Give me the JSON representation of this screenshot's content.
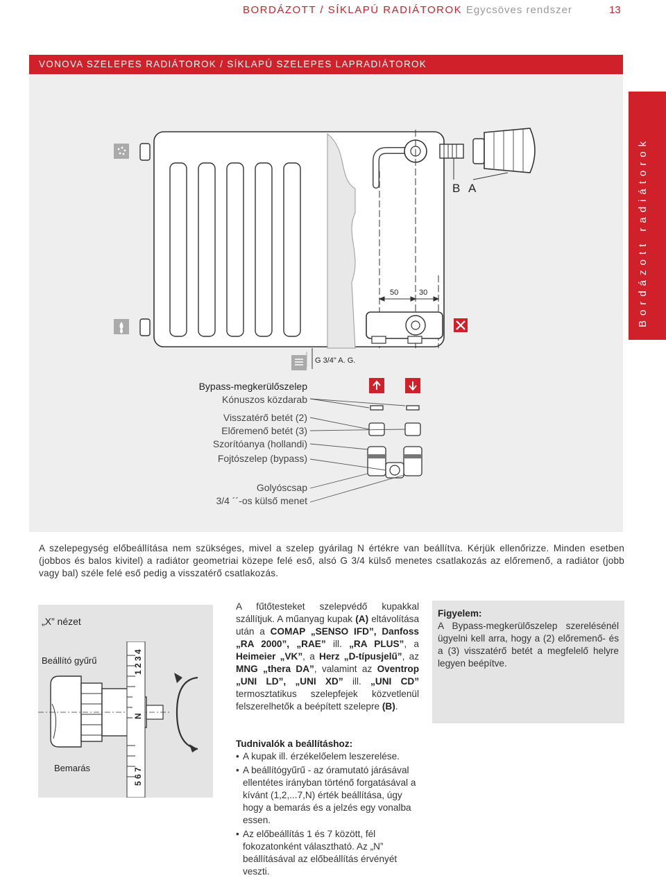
{
  "header": {
    "title_red": "BORDÁZOTT / SÍKLAPÚ RADIÁTOROK",
    "title_grey": "Egycsöves rendszer",
    "page_number": "13"
  },
  "banner": {
    "text": "VONOVA SZELEPES RADIÁTOROK / SÍKLAPÚ SZELEPES LAPRADIÁTOROK"
  },
  "sidebar": {
    "text": "Bordázott radiátorok"
  },
  "diagram": {
    "label_b": "B",
    "label_a": "A",
    "dim_50": "50",
    "dim_30": "30",
    "thread_label": "G 3/4\" A. G.",
    "parts": [
      "Bypass-megkerülőszelep",
      "Kónuszos közdarab",
      "Visszatérő betét (2)",
      "Előremenő betét (3)",
      "Szorítóanya (hollandi)",
      "Fojtószelep (bypass)",
      "Golyóscsap",
      "3/4 ´´-os külső menet"
    ]
  },
  "description": "A szelepegység előbeállítása nem szükséges, mivel a szelep gyárilag N értékre van beállítva. Kérjük ellenőrizze. Minden esetben (jobbos és balos kivitel) a radiátor geometriai közepe felé eső, alsó G 3/4 külső menetes csatlakozás az előremenő, a radiátor (jobb vagy bal) széle felé eső pedig a visszatérő csatlakozás.",
  "x_view": {
    "title": "„X” nézet",
    "setting_ring": "Beállító gyűrű",
    "marking": "Bemarás",
    "scale_top": "1 2 3 4",
    "scale_n": "N",
    "scale_bottom": "5 6 7"
  },
  "middle": {
    "p1": "A fűtőtesteket szelepvédő kupakkal szállítjuk. A műanyag kupak",
    "p1_a": "(A)",
    "p1_b": "eltávolítása után a",
    "comap": "COMAP „SENSO IFD”, Danfoss „RA 2000”, „RAE”",
    "ill1": "ill.",
    "ra_plus": "„RA PLUS”",
    "a1": ", a",
    "heimeier": "Heimeier „VK”",
    "a2": ", a",
    "herz": "Herz „D-típusjelű”",
    "az": ", az",
    "mng": "MNG „thera DA”",
    "valamint": ", valamint az",
    "oventrop": "Oventrop „UNI LD”, „UNI XD”",
    "ill2": "ill.",
    "uni_cd": "„UNI CD”",
    "rest": "termosztatikus szelepfejek közvetlenül felszerelhetők a beépített szelepre",
    "b_ref": "(B)",
    "period": "."
  },
  "note": {
    "title": "Figyelem:",
    "text": "A Bypass-megkerülőszelep szerelésénél ügyelni kell arra, hogy a (2) előremenő- és a (3) visszatérő betét a megfelelő helyre legyen beépítve."
  },
  "instructions": {
    "title": "Tudnivalók a beállításhoz:",
    "items": [
      "A kupak ill. érzékelőelem leszerelése.",
      "A beállítógyűrű - az óramutató járásával ellentétes irányban történő forgatásával a kívánt (1,2,...7,N) érték beállítása, úgy hogy a bemarás és a jelzés egy vonalba essen.",
      "Az előbeállítás 1 és 7 között, fél fokozatonként választható. Az „N” beállításával az előbeállítás érvényét veszti."
    ]
  },
  "colors": {
    "brand_red": "#d0212a",
    "panel_grey": "#eeeeee",
    "box_grey": "#e4e4e4"
  }
}
